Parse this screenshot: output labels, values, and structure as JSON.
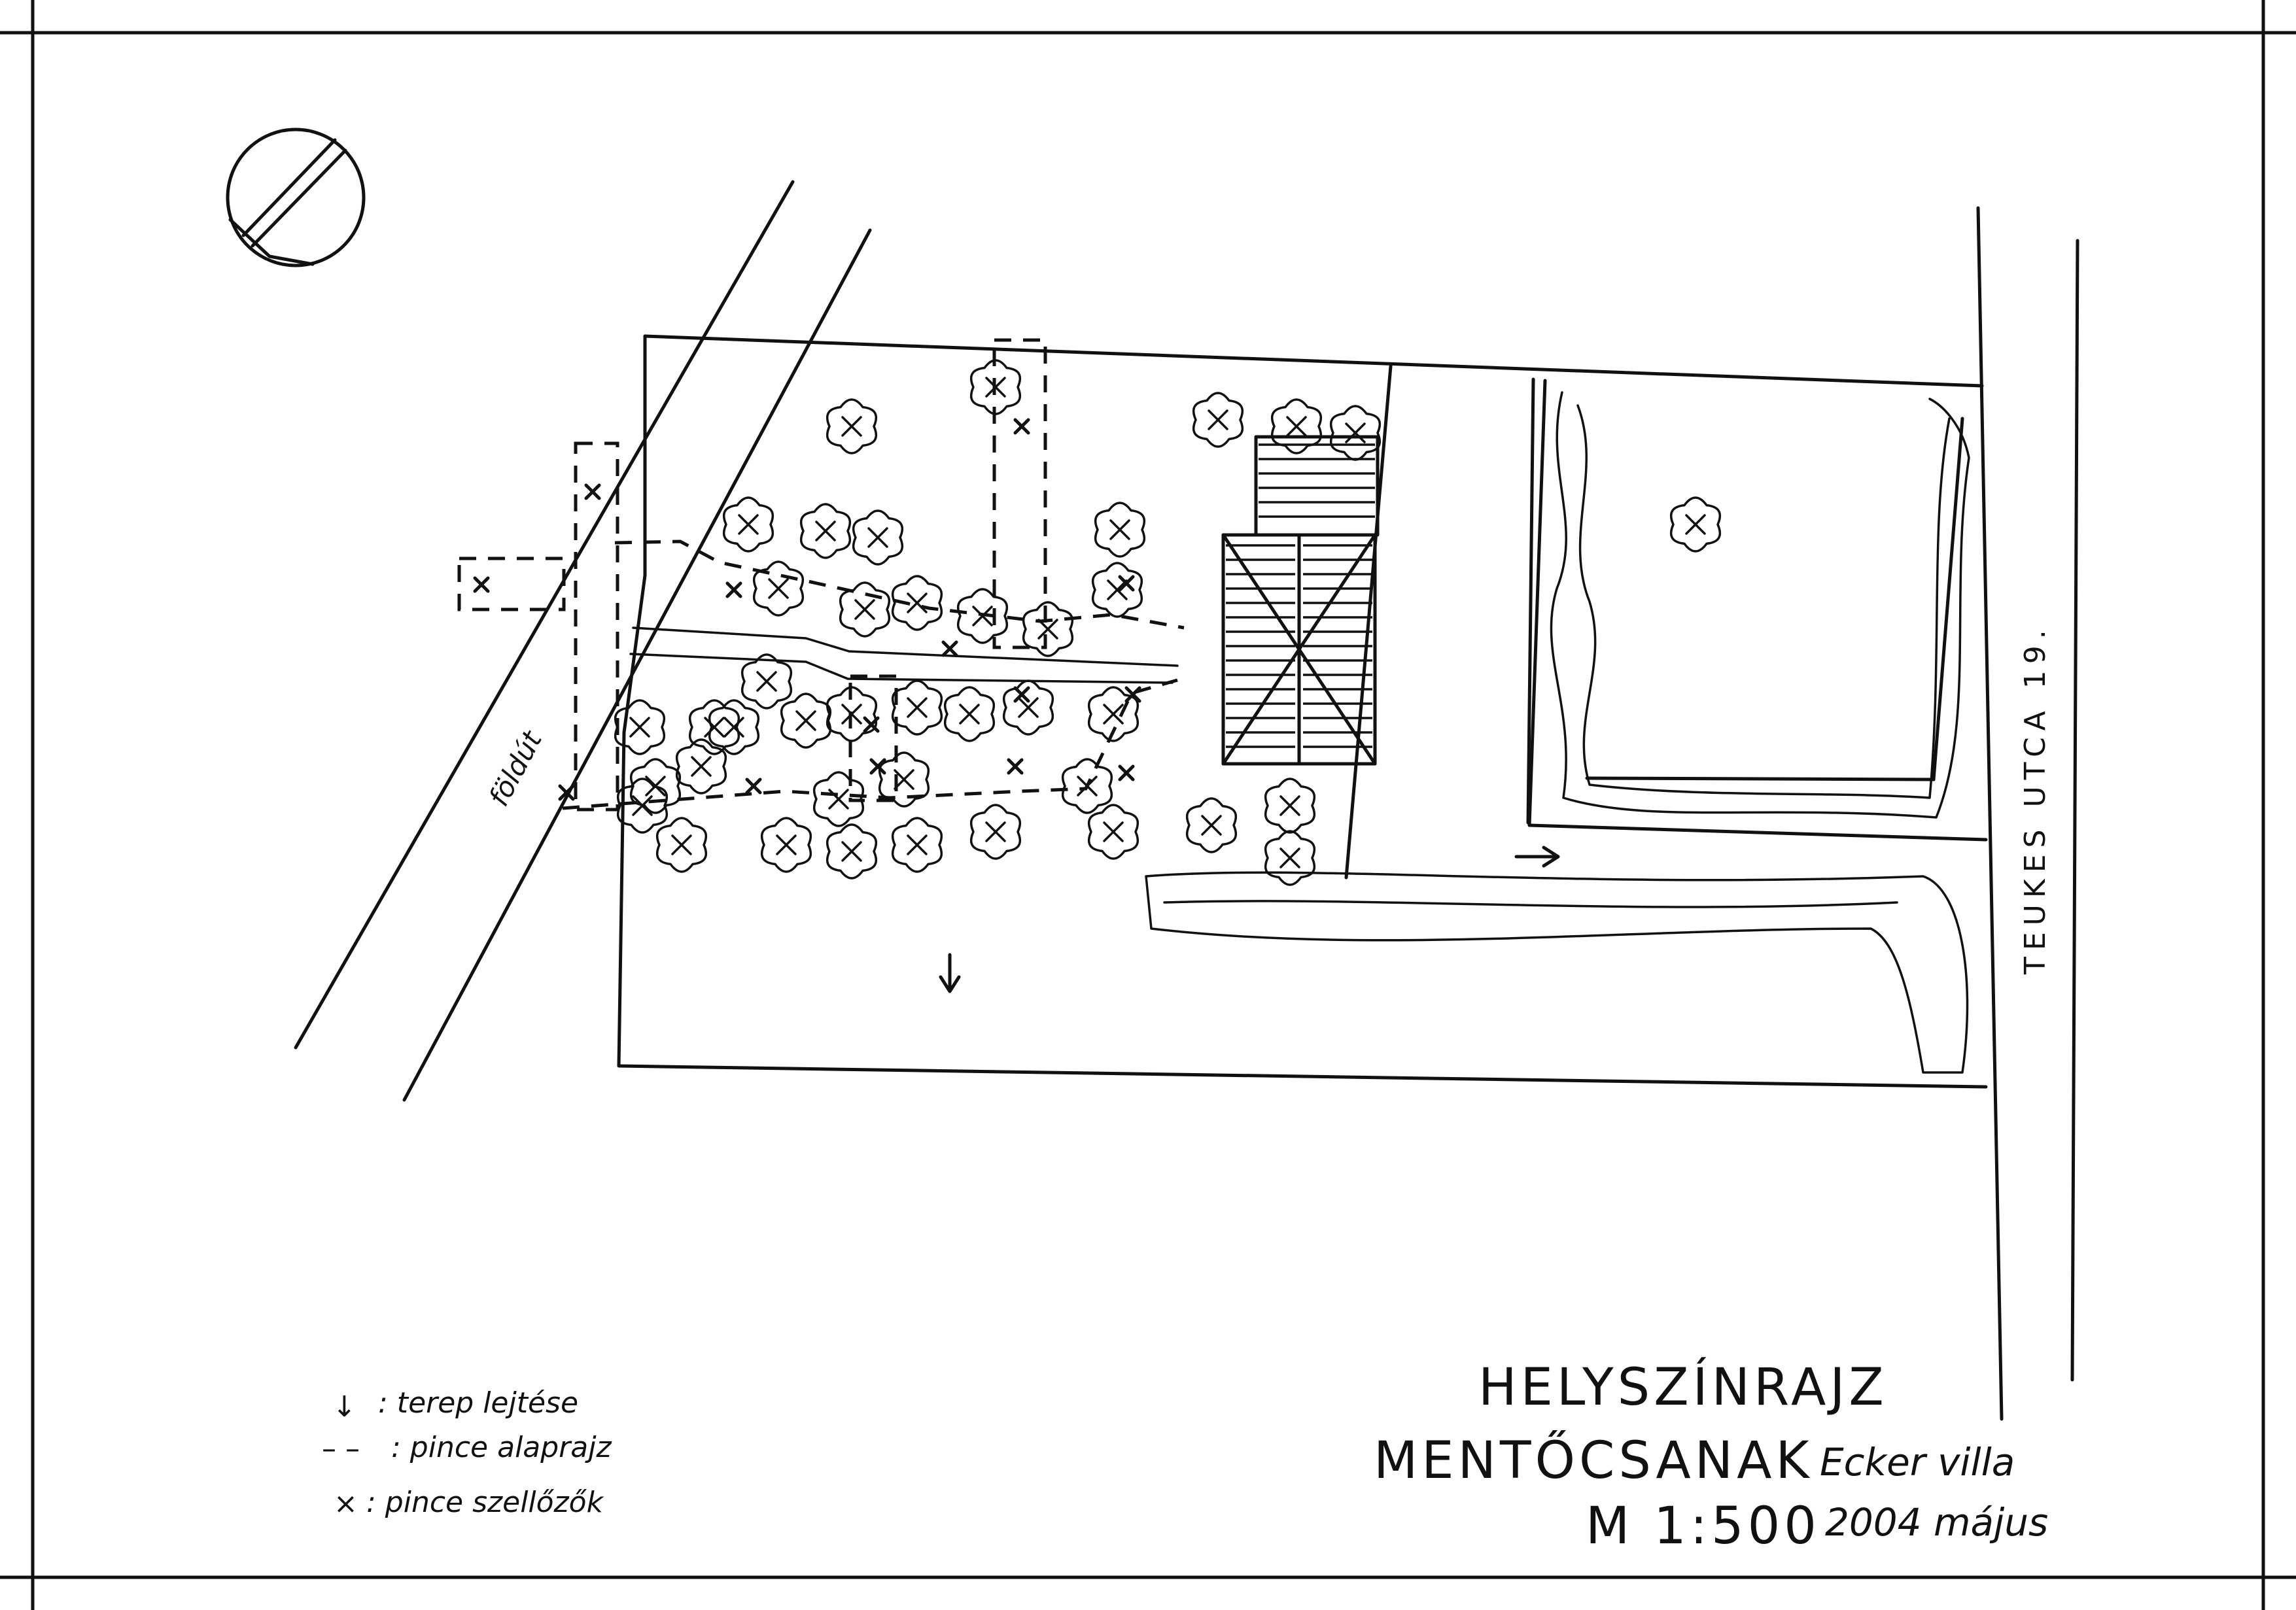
{
  "title": {
    "line1": "HELYSZÍNRAJZ",
    "line2": "MENTŐCSANAK",
    "building": "Ecker villa",
    "scale": "M 1:500",
    "date": "2004 május"
  },
  "labels": {
    "street": "TEUKES UTCA 19.",
    "road": "földút"
  },
  "legend": [
    {
      "symbol": "↓",
      "text": ": terep lejtése"
    },
    {
      "symbol": "– –",
      "text": ": pince alaprajz"
    },
    {
      "symbol": "×",
      "text": ": pince szellőzők"
    }
  ]
}
